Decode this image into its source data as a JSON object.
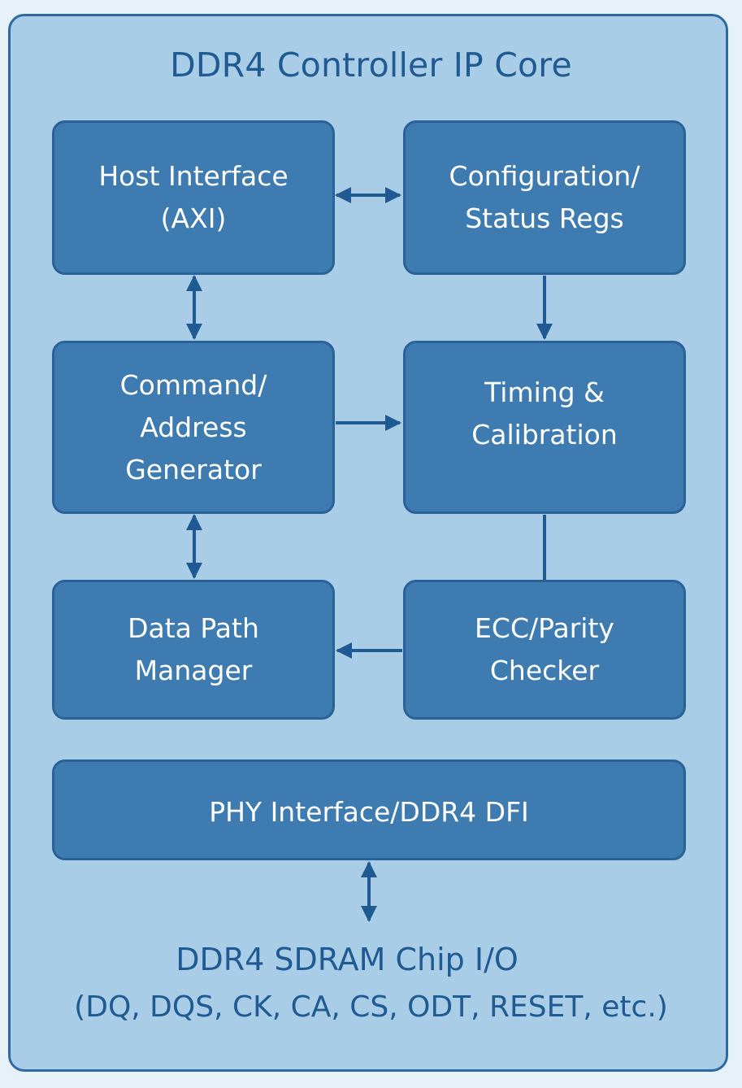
{
  "title": "DDR4 Controller IP Core",
  "blocks": {
    "host_interface": {
      "line1": "Host Interface",
      "line2": "(AXI)"
    },
    "config_status": {
      "line1": "Configuration/",
      "line2": "Status Regs"
    },
    "cmd_addr_gen": {
      "line1": "Command/",
      "line2": "Address",
      "line3": "Generator"
    },
    "timing_cal": {
      "line1": "Timing &",
      "line2": "Calibration"
    },
    "data_path": {
      "line1": "Data Path",
      "line2": "Manager"
    },
    "ecc_parity": {
      "line1": "ECC/Parity",
      "line2": "Checker"
    },
    "phy_interface": {
      "line1": "PHY Interface/DDR4 DFI"
    }
  },
  "footer": {
    "line1": "DDR4 SDRAM Chip I/O",
    "line2": "(DQ, DQS, CK, CA, CS, ODT, RESET, etc.)"
  },
  "colors": {
    "background": "#a9cce7",
    "block_fill": "#3d7bb0",
    "border": "#2a6196",
    "text_dark": "#1f5b92"
  }
}
